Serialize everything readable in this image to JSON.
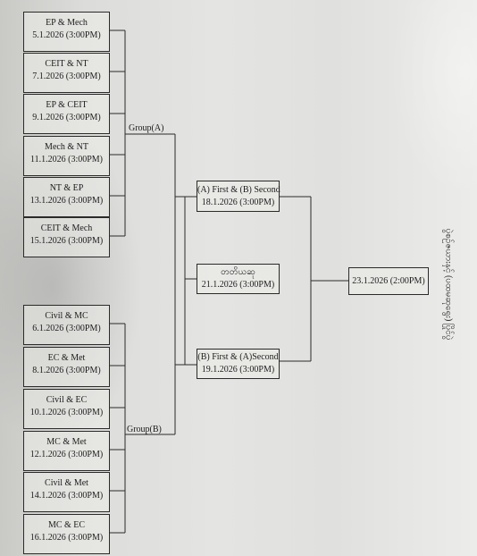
{
  "group_a": {
    "label": "Group(A)",
    "matches": [
      {
        "teams": "EP & Mech",
        "datetime": "5.1.2026 (3:00PM)"
      },
      {
        "teams": "CEIT & NT",
        "datetime": "7.1.2026 (3:00PM)"
      },
      {
        "teams": "EP & CEIT",
        "datetime": "9.1.2026 (3:00PM)"
      },
      {
        "teams": "Mech & NT",
        "datetime": "11.1.2026 (3:00PM)"
      },
      {
        "teams": "NT & EP",
        "datetime": "13.1.2026 (3:00PM)"
      },
      {
        "teams": "CEIT & Mech",
        "datetime": "15.1.2026 (3:00PM)"
      }
    ]
  },
  "group_b": {
    "label": "Group(B)",
    "matches": [
      {
        "teams": "Civil & MC",
        "datetime": "6.1.2026 (3:00PM)"
      },
      {
        "teams": "EC & Met",
        "datetime": "8.1.2026 (3:00PM)"
      },
      {
        "teams": "Civil & EC",
        "datetime": "10.1.2026 (3:00PM)"
      },
      {
        "teams": "MC & Met",
        "datetime": "12.1.2026 (3:00PM)"
      },
      {
        "teams": "Civil & Met",
        "datetime": "14.1.2026 (3:00PM)"
      },
      {
        "teams": "MC & EC",
        "datetime": "16.1.2026 (3:00PM)"
      }
    ]
  },
  "semifinals": [
    {
      "teams": "(A) First & (B) Second",
      "datetime": "18.1.2026 (3:00PM)"
    },
    {
      "teams": "တတိယဆု",
      "datetime": "21.1.2026 (3:00PM)"
    },
    {
      "teams": "(B) First & (A)Second",
      "datetime": "19.1.2026 (3:00PM)"
    }
  ],
  "final": {
    "datetime": "23.1.2026 (2:00PM)"
  },
  "side_caption": "ပွဲစဉ်ဇယားနှင့် (ပထမဆုရွေး) ပြိုင်ပွဲ"
}
